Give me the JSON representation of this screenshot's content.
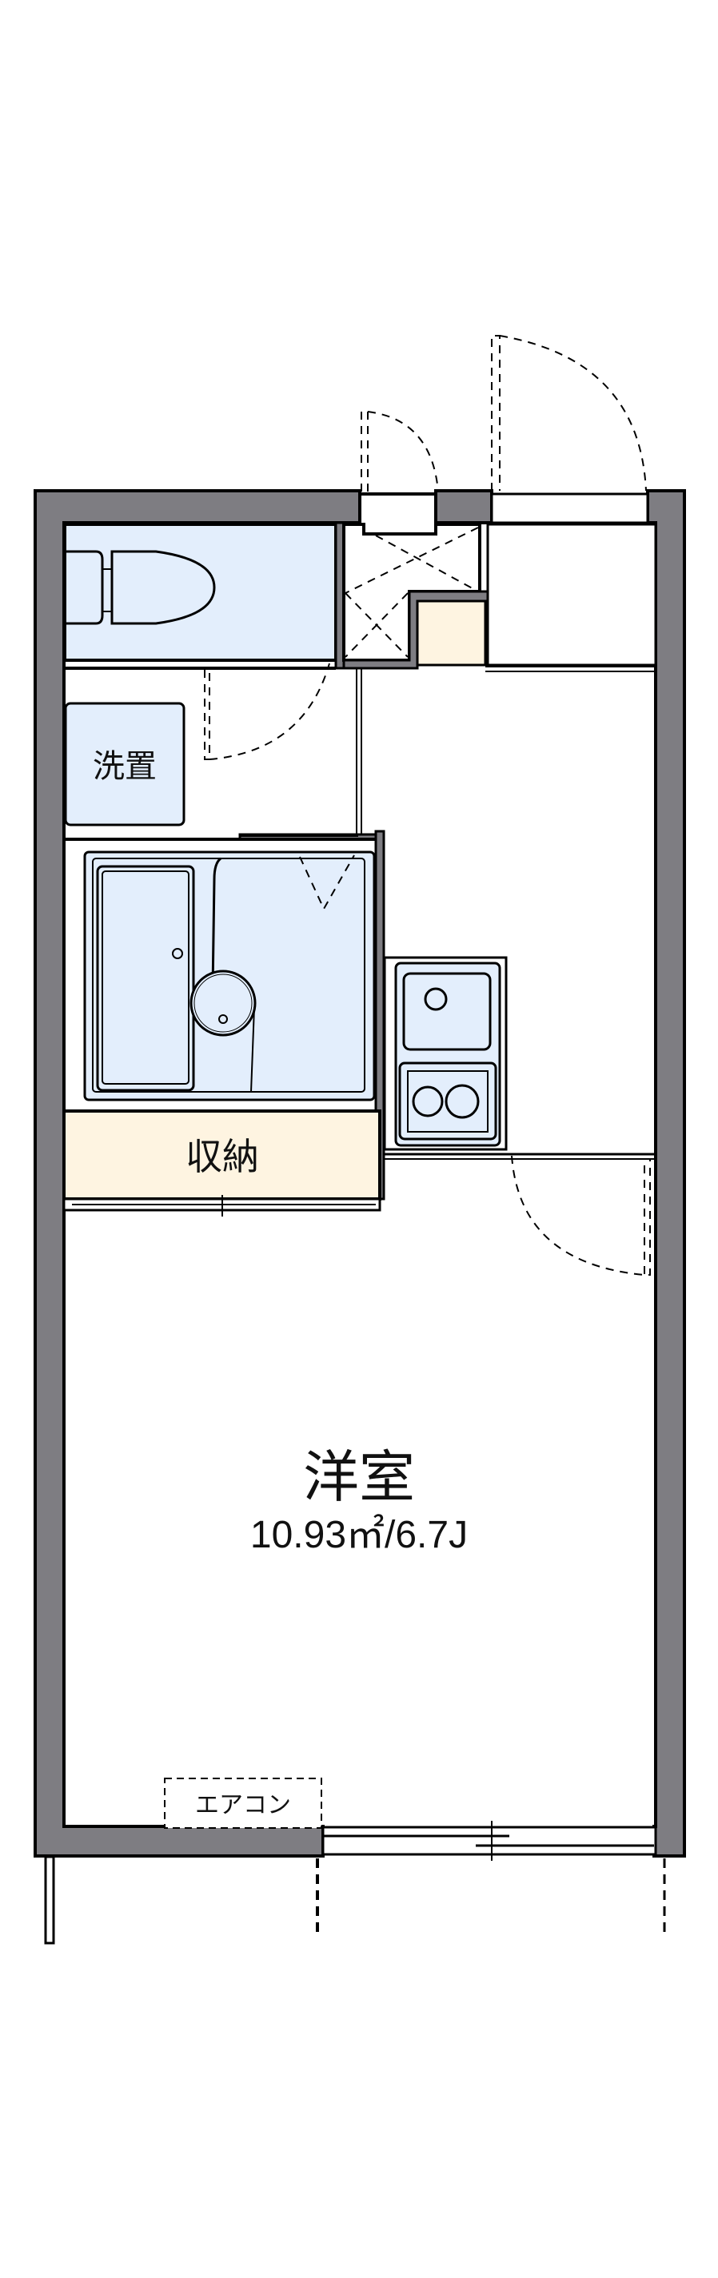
{
  "floorplan": {
    "rooms": {
      "western_room": {
        "label": "洋室",
        "area": "10.93㎡/6.7J"
      },
      "washer_space": {
        "label": "洗置"
      },
      "storage": {
        "label": "収納"
      },
      "air_conditioner": {
        "label": "エアコン"
      }
    },
    "colors": {
      "wall": "#7e7d82",
      "wet_area": "#e3eefc",
      "storage_fill": "#fef4e1",
      "line": "#000000",
      "background": "#ffffff"
    }
  }
}
